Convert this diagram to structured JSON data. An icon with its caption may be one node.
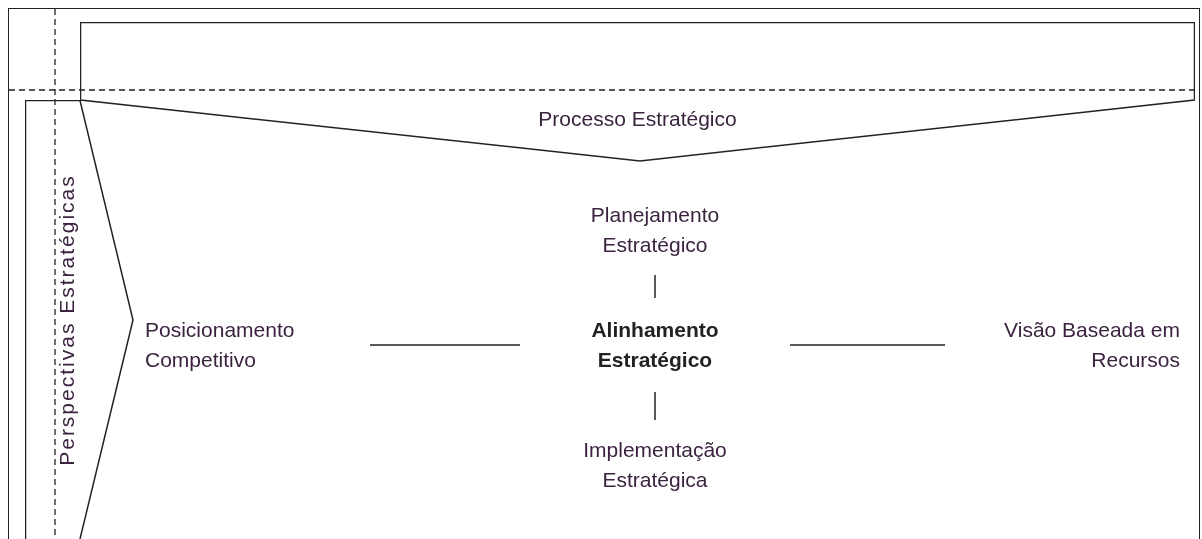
{
  "diagram": {
    "nodes": [
      {
        "text": [
          "Processo Estratégico"
        ]
      },
      {
        "text": [
          "Perspectivas Estratégicas"
        ]
      },
      {
        "text": [
          "Planejamento Estratégico"
        ]
      },
      {
        "text": [
          "Posicionamento Competitivo"
        ]
      },
      {
        "text": [
          "Alinhamento Estratégico"
        ]
      },
      {
        "text": [
          "Visão Baseada em Recursos"
        ]
      },
      {
        "text": [
          "Implementação Estratégica"
        ]
      }
    ],
    "edges": [
      {
        "from": 2,
        "to": 4,
        "arrow": "none"
      },
      {
        "from": 3,
        "to": 4,
        "arrow": "none"
      },
      {
        "from": 4,
        "to": 5,
        "arrow": "none"
      },
      {
        "from": 4,
        "to": 6,
        "arrow": "none"
      }
    ]
  }
}
